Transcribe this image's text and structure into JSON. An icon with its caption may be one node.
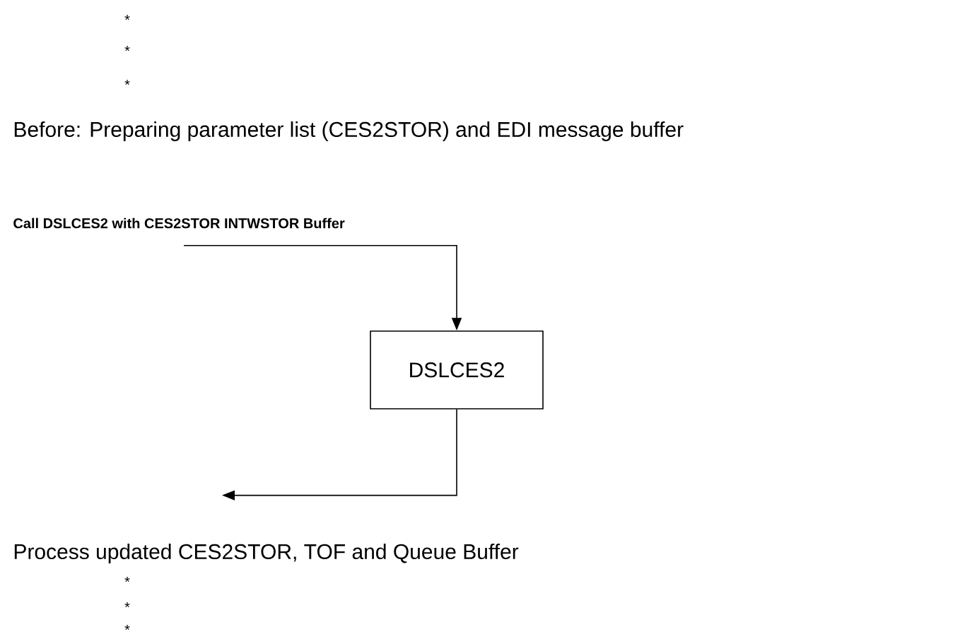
{
  "diagram": {
    "nodes": [
      {
        "text": [
          "Call DSLCES2 with CES2STOR INTWSTOR Buffer"
        ]
      },
      {
        "text": [
          "DSLCES2"
        ]
      },
      {
        "text": [
          "Process updated CES2STOR, TOF and Queue Buffer"
        ]
      }
    ],
    "edges": [
      {
        "from": 0,
        "to": 1,
        "arrow": "to"
      },
      {
        "from": 1,
        "to": 2,
        "arrow": "to"
      }
    ],
    "labels": [
      "*",
      "*",
      "*",
      "Before: Preparing parameter list (CES2STOR) and EDI message buffer",
      "*",
      "*",
      "*"
    ]
  }
}
